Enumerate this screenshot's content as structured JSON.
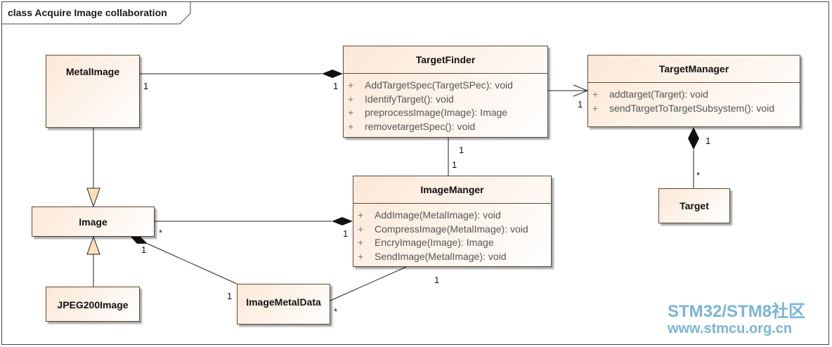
{
  "diagram": {
    "title": "class Acquire Image collaboration",
    "classes": {
      "metal_image": {
        "name": "MetalImage"
      },
      "target_finder": {
        "name": "TargetFinder",
        "operations": [
          {
            "vis": "+",
            "text": "AddTargetSpec(TargetSPec): void"
          },
          {
            "vis": "+",
            "text": "IdentifyTarget(): void"
          },
          {
            "vis": "+",
            "text": "preprocessImage(Image): Image"
          },
          {
            "vis": "+",
            "text": "removetargetSpec(): void"
          }
        ]
      },
      "target_manager": {
        "name": "TargetManager",
        "operations": [
          {
            "vis": "+",
            "text": "addtarget(Target): void"
          },
          {
            "vis": "+",
            "text": "sendTargetToTargetSubsystem(): void"
          }
        ]
      },
      "image_manager": {
        "name": "ImageManger",
        "operations": [
          {
            "vis": "+",
            "text": "AddImage(MetalImage): void"
          },
          {
            "vis": "+",
            "text": "CompressImage(MetalImage): void"
          },
          {
            "vis": "+",
            "text": "EncryImage(Image): Image"
          },
          {
            "vis": "+",
            "text": "SendImage(MetalImage): void"
          }
        ]
      },
      "image": {
        "name": "Image"
      },
      "target": {
        "name": "Target"
      },
      "jpeg_image": {
        "name": "JPEG200Image"
      },
      "image_metal_data": {
        "name": "ImageMetalData"
      }
    },
    "multiplicities": {
      "metal_image_tf": "1",
      "tf_metal_image": "1",
      "tf_tm": "1",
      "tf_im_top": "1",
      "tf_im_bottom": "1",
      "tm_target_top": "1",
      "tm_target_bottom": "*",
      "image_im_star": "*",
      "image_im_one": "1",
      "image_imd_one": "1",
      "imd_left_one": "1",
      "imd_star": "*",
      "im_imd_one": "1"
    }
  },
  "watermark": {
    "line1": "STM32/STM8社区",
    "line2": "www.stmcu.org.cn"
  },
  "colors": {
    "class_fill": "#fde8d6",
    "border": "#5a4a3a",
    "generalization_fill": "#fde0b8",
    "watermark": "#7ab4d8"
  }
}
